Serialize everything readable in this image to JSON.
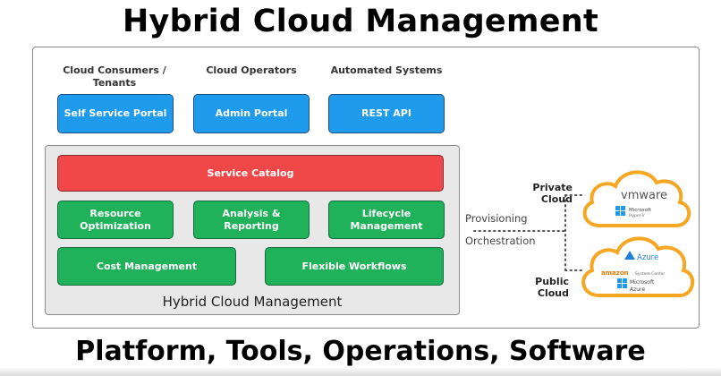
{
  "title": "Hybrid Cloud Management",
  "subtitle": "Platform, Tools, Operations, Software",
  "consumers": {
    "columns": [
      {
        "label": "Cloud Consumers / Tenants",
        "box": "Self Service Portal"
      },
      {
        "label": "Cloud Operators",
        "box": "Admin Portal"
      },
      {
        "label": "Automated Systems",
        "box": "REST API"
      }
    ]
  },
  "platform": {
    "label": "Hybrid Cloud Management",
    "catalog": "Service Catalog",
    "row1": [
      "Resource Optimization",
      "Analysis & Reporting",
      "Lifecycle Management"
    ],
    "row2": [
      "Cost Management",
      "Flexible Workflows"
    ]
  },
  "clouds": {
    "private_label": "Private Cloud",
    "public_label": "Public Cloud",
    "provisioning": "Provisioning",
    "orchestration": "Orchestration",
    "private_logos": {
      "vmware": "vmware",
      "microsoft": "Microsoft",
      "hyperv": "Hyper-V"
    },
    "public_logos": {
      "azure": "Azure",
      "amazon": "amazon",
      "system_center": "System Center",
      "microsoft": "Microsoft",
      "azure2": "Azure"
    }
  },
  "colors": {
    "blue": "#1e9bec",
    "red": "#f04848",
    "green": "#1fb25a",
    "cloud_orange": "#f5a623"
  }
}
